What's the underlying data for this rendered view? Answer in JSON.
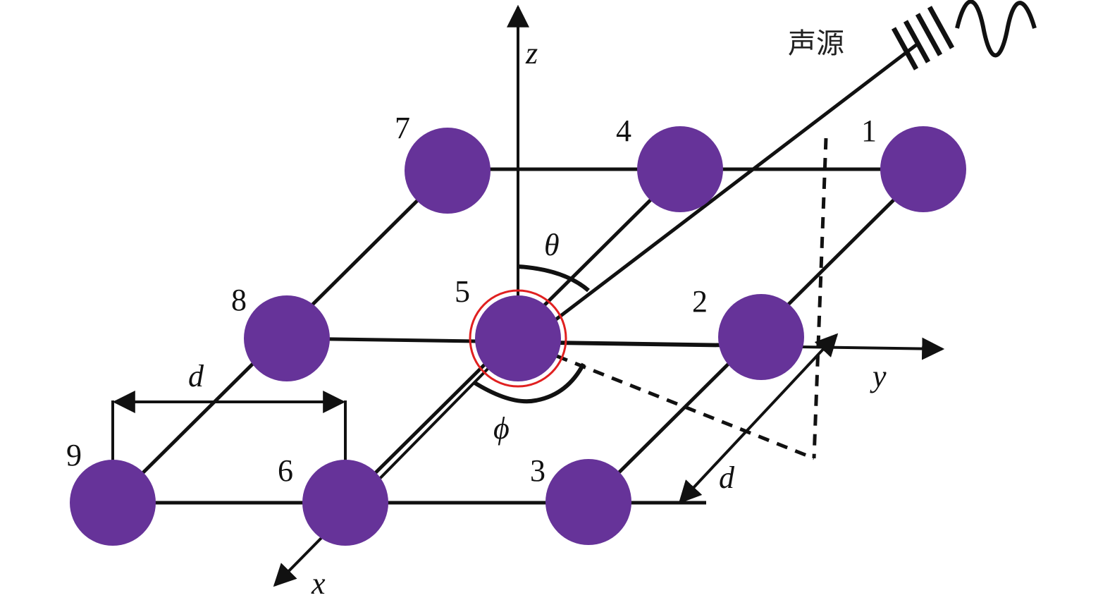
{
  "labels": {
    "source": "声源",
    "axis_x": "x",
    "axis_y": "y",
    "axis_z": "z",
    "theta": "θ",
    "phi": "ϕ",
    "spacing_top": "d",
    "spacing_right": "d"
  },
  "nodes": [
    {
      "id": "1",
      "label": "1"
    },
    {
      "id": "2",
      "label": "2"
    },
    {
      "id": "3",
      "label": "3"
    },
    {
      "id": "4",
      "label": "4"
    },
    {
      "id": "5",
      "label": "5"
    },
    {
      "id": "6",
      "label": "6"
    },
    {
      "id": "7",
      "label": "7"
    },
    {
      "id": "8",
      "label": "8"
    },
    {
      "id": "9",
      "label": "9"
    }
  ],
  "colors": {
    "node_fill": "#663399",
    "line": "#111111",
    "reference_ring": "#e02020",
    "background": "#ffffff"
  }
}
